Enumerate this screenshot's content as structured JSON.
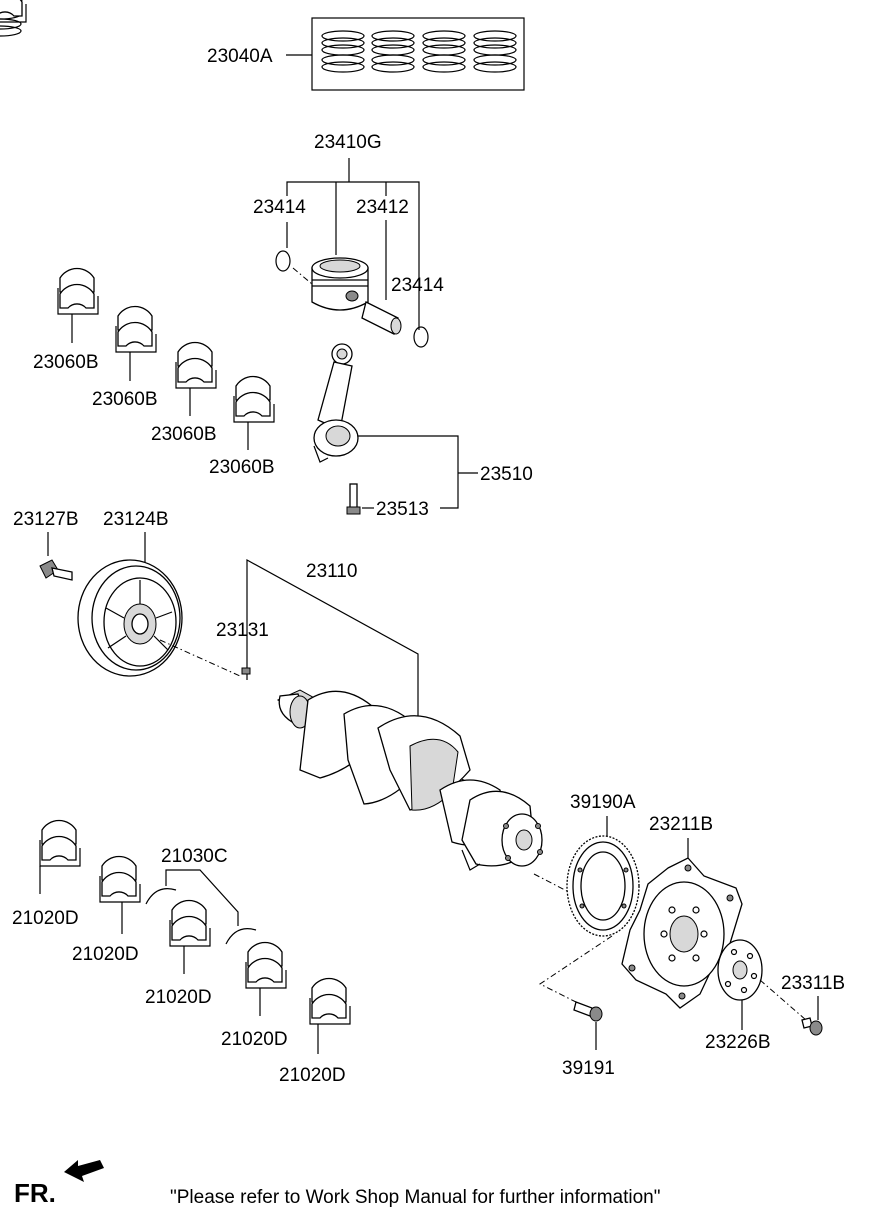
{
  "labels": {
    "ring_set": "23040A",
    "piston_assy": "23410G",
    "snap_ring_left": "23414",
    "piston_pin": "23412",
    "snap_ring_right": "23414",
    "bearing_upper_1": "23060B",
    "bearing_upper_2": "23060B",
    "bearing_upper_3": "23060B",
    "bearing_upper_4": "23060B",
    "connecting_rod": "23510",
    "rod_bolt": "23513",
    "pulley_bolt": "23127B",
    "damper_pulley": "23124B",
    "crankshaft": "23110",
    "key": "23131",
    "reluctor_ring": "39190A",
    "drive_plate": "23211B",
    "thrust_washer": "21030C",
    "main_bearing_1": "21020D",
    "main_bearing_2": "21020D",
    "main_bearing_3": "21020D",
    "main_bearing_4": "21020D",
    "main_bearing_5": "21020D",
    "plate_bolt": "23311B",
    "adapter_plate": "23226B",
    "ring_bolt": "39191"
  },
  "footer": {
    "direction": "FR.",
    "note": "\"Please refer to Work Shop Manual for further information\""
  }
}
